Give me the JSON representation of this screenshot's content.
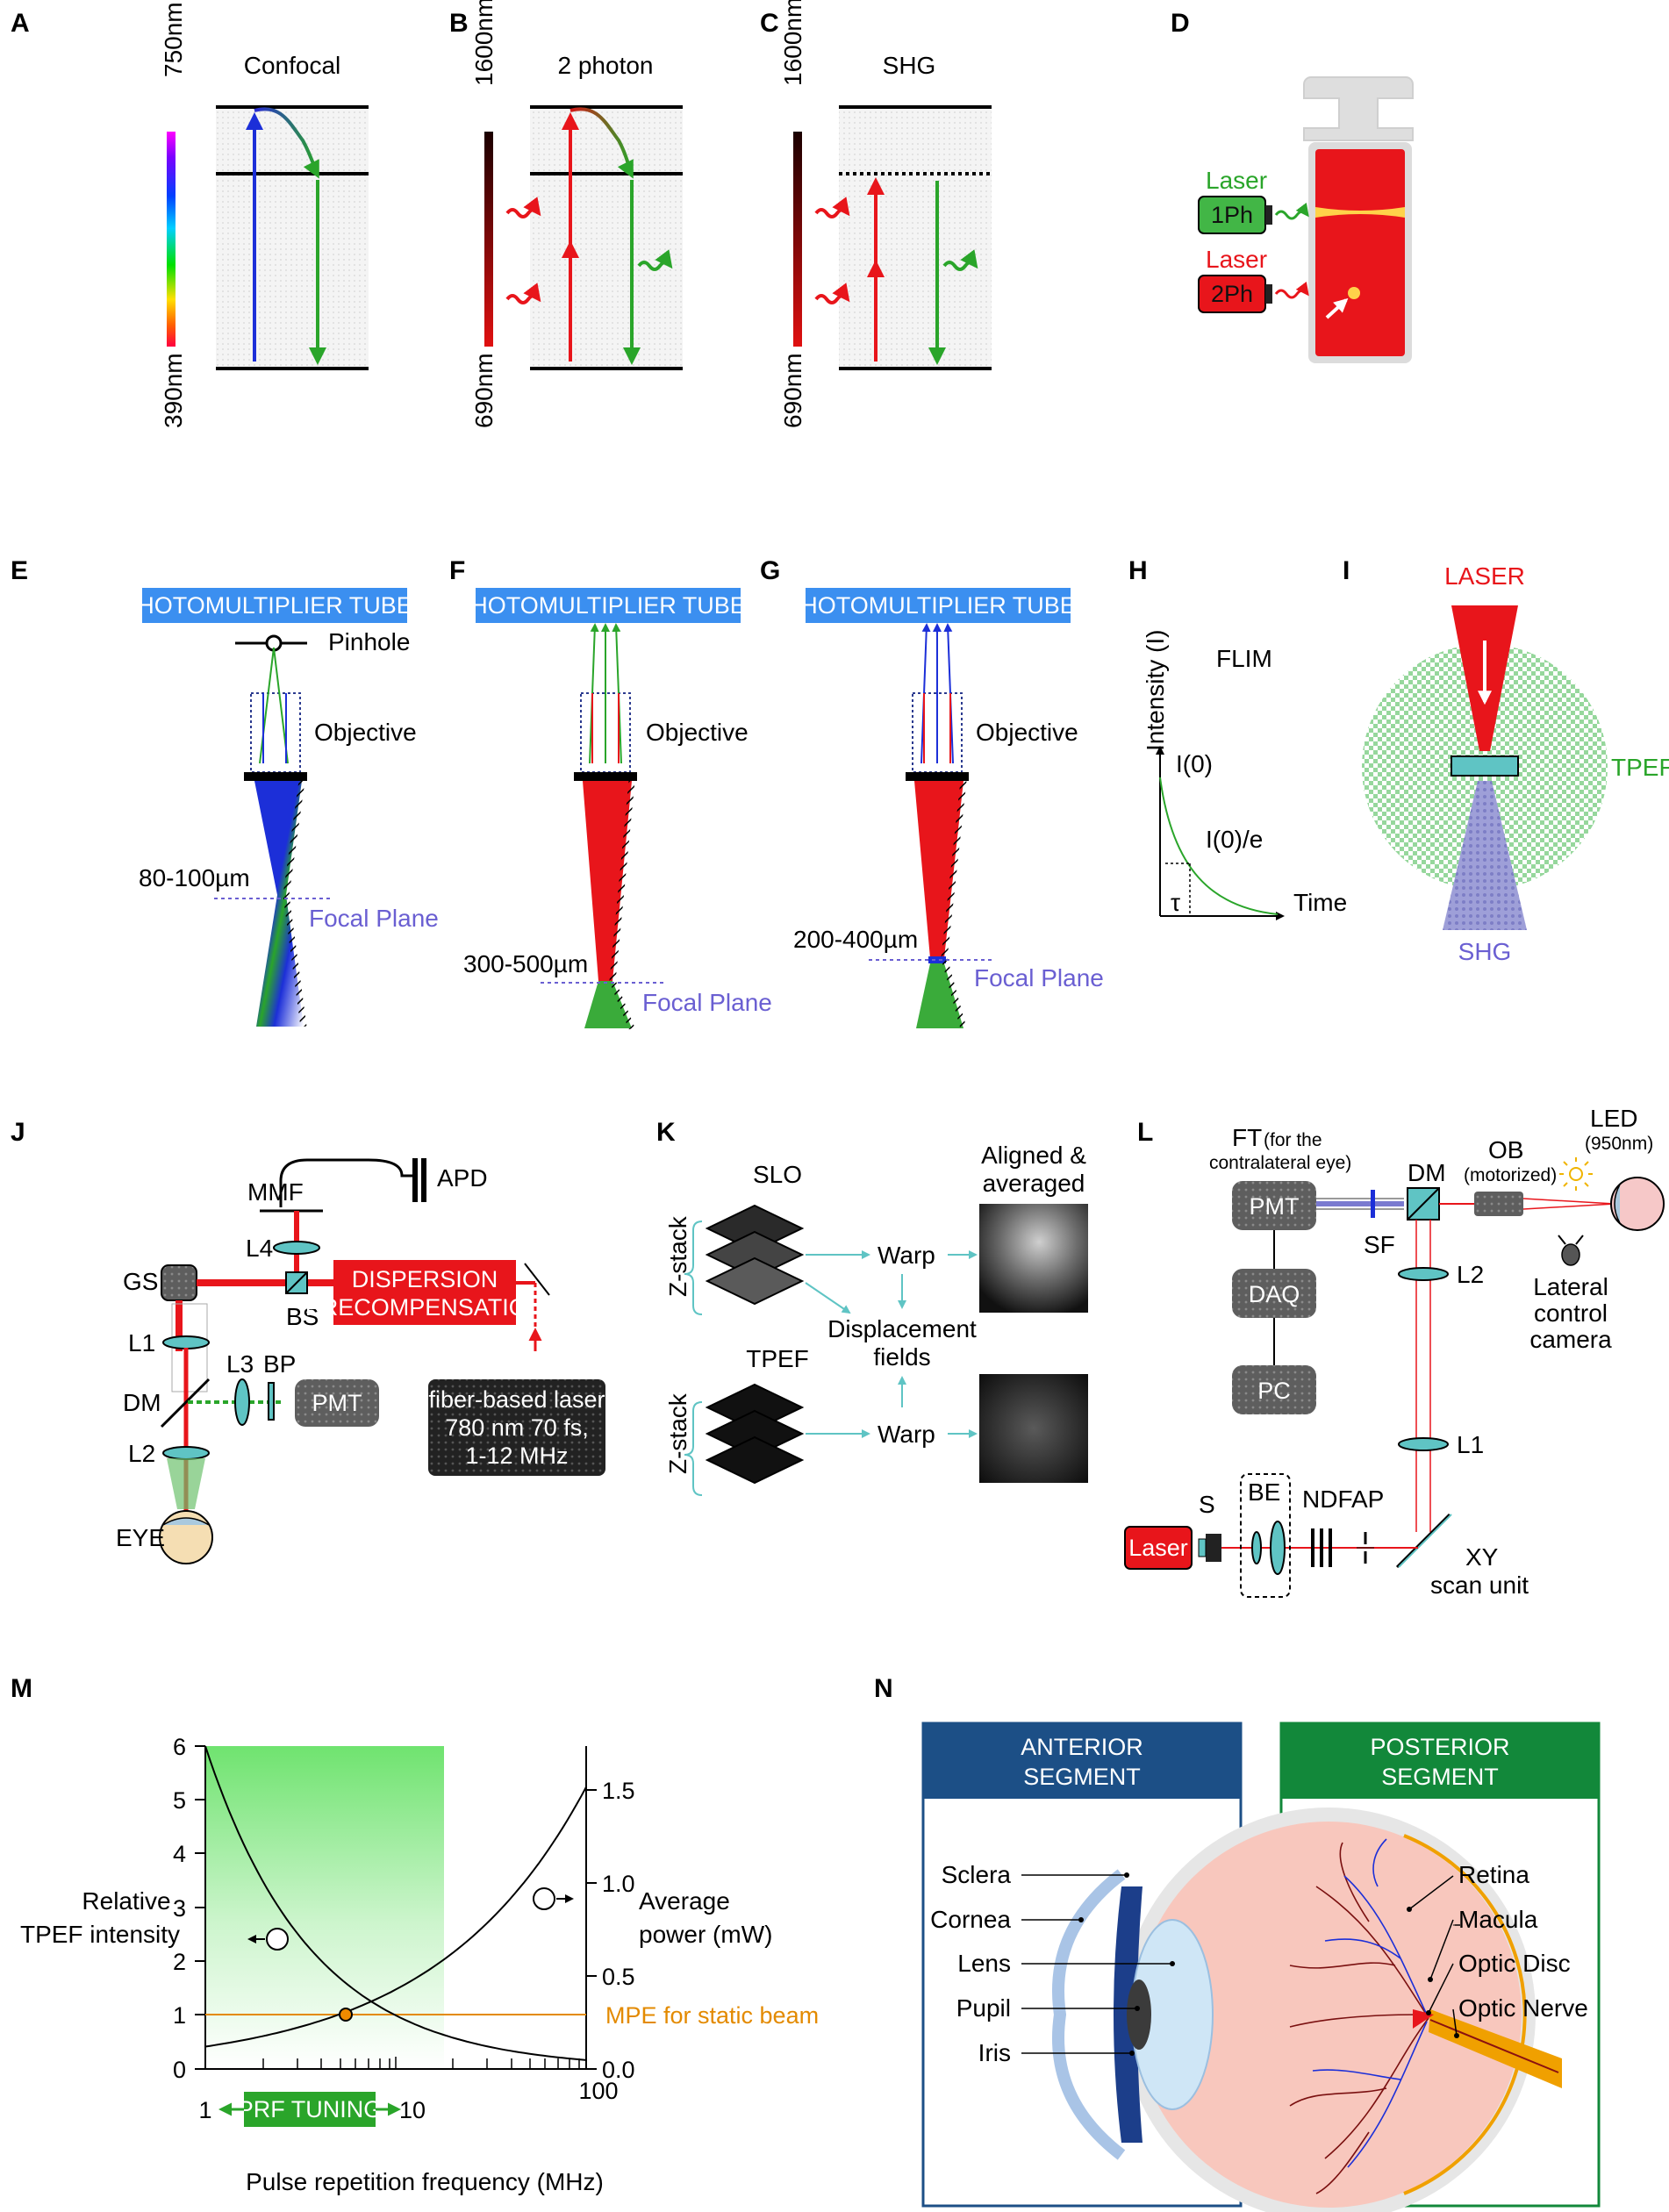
{
  "panels": {
    "A": "A",
    "B": "B",
    "C": "C",
    "D": "D",
    "E": "E",
    "F": "F",
    "G": "G",
    "H": "H",
    "I": "I",
    "J": "J",
    "K": "K",
    "L": "L",
    "M": "M",
    "N": "N"
  },
  "panelA": {
    "title": "Confocal",
    "top_wavelength": "750nm",
    "bottom_wavelength": "390nm"
  },
  "panelB": {
    "title": "2 photon",
    "top_wavelength": "1600nm",
    "bottom_wavelength": "690nm"
  },
  "panelC": {
    "title": "SHG",
    "top_wavelength": "1600nm",
    "bottom_wavelength": "690nm"
  },
  "panelD": {
    "laser1_label": "Laser",
    "laser1_mode": "1Ph",
    "laser2_label": "Laser",
    "laser2_mode": "2Ph"
  },
  "panelE": {
    "header": "PHOTOMULTIPLIER TUBES",
    "pinhole": "Pinhole",
    "objective": "Objective",
    "depth": "80-100µm",
    "focal_plane": "Focal Plane"
  },
  "panelF": {
    "header": "PHOTOMULTIPLIER TUBES",
    "objective": "Objective",
    "depth": "300-500µm",
    "focal_plane": "Focal Plane"
  },
  "panelG": {
    "header": "PHOTOMULTIPLIER TUBES",
    "objective": "Objective",
    "depth": "200-400µm",
    "focal_plane": "Focal Plane"
  },
  "panelH": {
    "title": "FLIM",
    "ylabel": "Intensity (I)",
    "xlabel": "Time",
    "i0": "I(0)",
    "i0e": "I(0)/e",
    "tau": "τ"
  },
  "panelI": {
    "laser": "LASER",
    "tpef": "TPEF",
    "shg": "SHG"
  },
  "panelJ": {
    "mmf": "MMF",
    "apd": "APD",
    "l4": "L4",
    "gs": "GS",
    "bs": "BS",
    "dispersion_line1": "DISPERSION",
    "dispersion_line2": "PRECOMPENSATION",
    "l1": "L1",
    "l3": "L3",
    "bp": "BP",
    "dm": "DM",
    "pmt": "PMT",
    "l2": "L2",
    "eye": "EYE",
    "laser_line1": "fiber-based laser",
    "laser_line2": "780 nm 70 fs,",
    "laser_line3": "1-12 MHz"
  },
  "panelK": {
    "slo": "SLO",
    "tpef": "TPEF",
    "zstack": "Z-stack",
    "warp": "Warp",
    "displacement_line1": "Displacement",
    "displacement_line2": "fields",
    "aligned_line1": "Aligned &",
    "aligned_line2": "averaged"
  },
  "panelL": {
    "ft": "FT",
    "ft_note": "(for the",
    "ft_note2": "contralateral eye)",
    "pmt": "PMT",
    "daq": "DAQ",
    "pc": "PC",
    "sf": "SF",
    "dm": "DM",
    "ob": "OB",
    "ob_note": "(motorized)",
    "led": "LED",
    "led_note": "(950nm)",
    "l2": "L2",
    "l1": "L1",
    "lateral_line1": "Lateral",
    "lateral_line2": "control",
    "lateral_line3": "camera",
    "laser": "Laser",
    "s": "S",
    "be": "BE",
    "ndf": "NDF",
    "ap": "AP",
    "xy_line1": "XY",
    "xy_line2": "scan unit"
  },
  "panelM": {
    "left_axis_line1": "Relative",
    "left_axis_line2": "TPEF intensity",
    "right_axis_line1": "Average",
    "right_axis_line2": "power (mW)",
    "mpe": "MPE for static beam",
    "prf_tuning": "PRF TUNING",
    "xlabel": "Pulse repetition frequency (MHz)",
    "x_1": "1",
    "x_10": "10",
    "x_100": "100",
    "left_ticks": [
      "0",
      "1",
      "2",
      "3",
      "4",
      "5",
      "6"
    ],
    "right_ticks": [
      "0.0",
      "0.5",
      "1.0",
      "1.5"
    ]
  },
  "panelN": {
    "anterior_line1": "ANTERIOR",
    "anterior_line2": "SEGMENT",
    "posterior_line1": "POSTERIOR",
    "posterior_line2": "SEGMENT",
    "sclera": "Sclera",
    "cornea": "Cornea",
    "lens": "Lens",
    "pupil": "Pupil",
    "iris": "Iris",
    "retina": "Retina",
    "macula": "Macula",
    "optic_disc": "Optic Disc",
    "optic_nerve": "Optic Nerve"
  },
  "colors": {
    "red": "#e8151b",
    "green": "#2aa52a",
    "blue": "#1c35d4",
    "pmt_header": "#3b8ff0",
    "dark_blue_header": "#1c4f86",
    "dark_green_header": "#12883a",
    "orange": "#e38a00"
  }
}
